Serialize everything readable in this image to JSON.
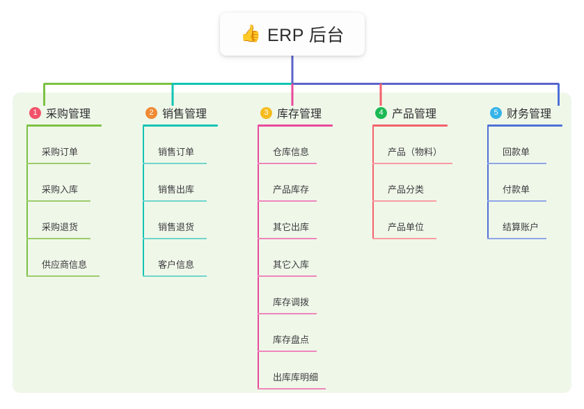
{
  "root": {
    "icon": "thumbs-up-emoji",
    "emoji": "👍",
    "title": "ERP 后台"
  },
  "palette": {
    "panel_bg": "#eff7e9",
    "trunk": "#5b63c9",
    "branch1": "#7cc142",
    "branch2": "#10c4b2",
    "branch3": "#e8499a",
    "branch4": "#f4616b",
    "branch5": "#4f6fd6",
    "badge1": "#f2536a",
    "badge2": "#f08a33",
    "badge3": "#f5bc20",
    "badge4": "#1db954",
    "badge5": "#35b4e8"
  },
  "branches": [
    {
      "number": "1",
      "title": "采购管理",
      "color": "#7cc142",
      "badge_color": "#f2536a",
      "items": [
        "采购订单",
        "采购入库",
        "采购退货",
        "供应商信息"
      ]
    },
    {
      "number": "2",
      "title": "销售管理",
      "color": "#10c4b2",
      "badge_color": "#f08a33",
      "items": [
        "销售订单",
        "销售出库",
        "销售退货",
        "客户信息"
      ]
    },
    {
      "number": "3",
      "title": "库存管理",
      "color": "#e8499a",
      "badge_color": "#f5bc20",
      "items": [
        "仓库信息",
        "产品库存",
        "其它出库",
        "其它入库",
        "库存调拨",
        "库存盘点",
        "出库库明细"
      ]
    },
    {
      "number": "4",
      "title": "产品管理",
      "color": "#f4616b",
      "badge_color": "#1db954",
      "items": [
        "产品（物料）",
        "产品分类",
        "产品单位"
      ]
    },
    {
      "number": "5",
      "title": "财务管理",
      "color": "#4f6fd6",
      "badge_color": "#35b4e8",
      "items": [
        "回款单",
        "付款单",
        "结算账户"
      ]
    }
  ]
}
